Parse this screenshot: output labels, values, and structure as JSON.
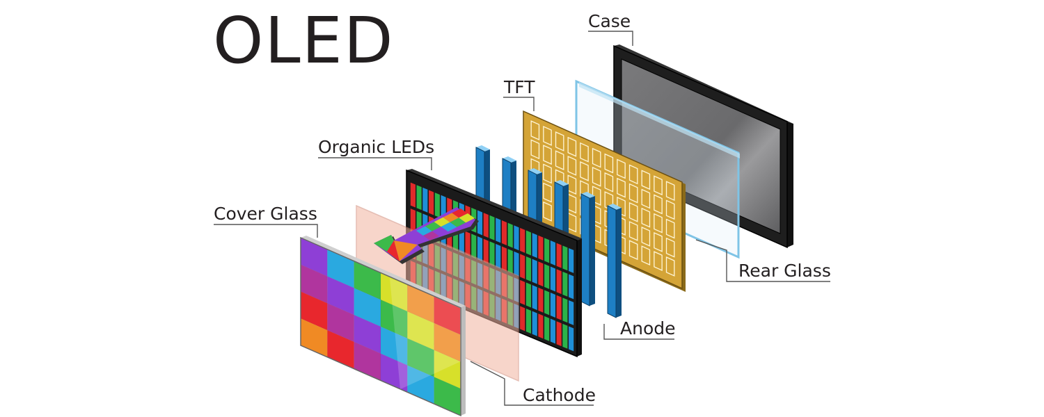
{
  "title": "OLED",
  "labels": {
    "case": "Case",
    "tft": "TFT",
    "organic_leds": "Organic LEDs",
    "cover_glass": "Cover Glass",
    "rear_glass": "Rear Glass",
    "anode": "Anode",
    "cathode": "Cathode"
  },
  "colors": {
    "case_frame": "#1e1e1e",
    "case_screen": "#6e6e70",
    "rear_glass_edge": "#7fc4e6",
    "tft_gold": "#d4a437",
    "anode_blue": "#1e7fc4",
    "cathode_pink": "#f2b3a0",
    "led_red": "#e02a2a",
    "led_green": "#2bb34a",
    "led_blue": "#1e8fd8",
    "cover_purple": "#8e3fd6",
    "cover_blue": "#2aa9e0",
    "cover_green": "#3cba4a",
    "cover_yellow": "#d7e02a",
    "cover_orange": "#f08a24",
    "cover_red": "#e8272d",
    "cover_magenta": "#b0359e"
  }
}
